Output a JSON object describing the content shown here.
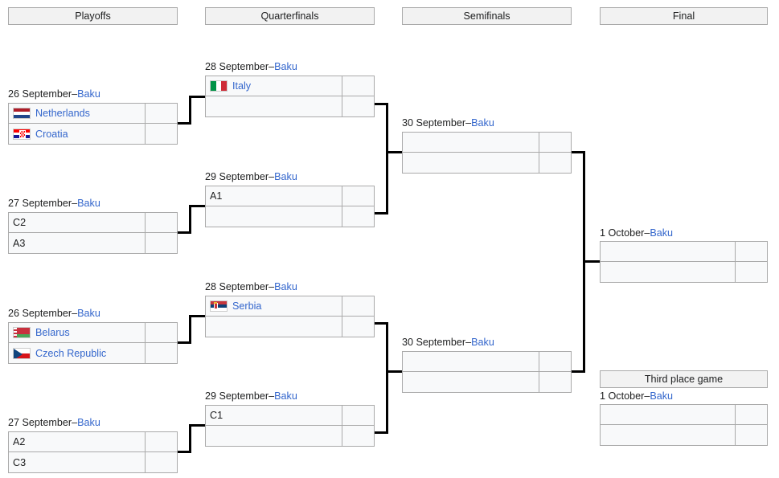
{
  "rounds": [
    {
      "label": "Playoffs"
    },
    {
      "label": "Quarterfinals"
    },
    {
      "label": "Semifinals"
    },
    {
      "label": "Final"
    },
    {
      "label": "Third place game"
    }
  ],
  "venue_link": "Baku",
  "dash": "–",
  "matches": {
    "po1": {
      "date": "26 September",
      "venue": "Baku",
      "teams": [
        {
          "name": "Netherlands",
          "flag": "netherlands",
          "score": ""
        },
        {
          "name": "Croatia",
          "flag": "croatia",
          "score": ""
        }
      ]
    },
    "po2": {
      "date": "27 September",
      "venue": "Baku",
      "teams": [
        {
          "name": "C2",
          "flag": "",
          "score": ""
        },
        {
          "name": "A3",
          "flag": "",
          "score": ""
        }
      ]
    },
    "po3": {
      "date": "26 September",
      "venue": "Baku",
      "teams": [
        {
          "name": "Belarus",
          "flag": "belarus",
          "score": ""
        },
        {
          "name": "Czech Republic",
          "flag": "czech",
          "score": ""
        }
      ]
    },
    "po4": {
      "date": "27 September",
      "venue": "Baku",
      "teams": [
        {
          "name": "A2",
          "flag": "",
          "score": ""
        },
        {
          "name": "C3",
          "flag": "",
          "score": ""
        }
      ]
    },
    "qf1": {
      "date": "28 September",
      "venue": "Baku",
      "teams": [
        {
          "name": "Italy",
          "flag": "italy",
          "score": ""
        },
        {
          "name": "",
          "flag": "",
          "score": ""
        }
      ]
    },
    "qf2": {
      "date": "29 September",
      "venue": "Baku",
      "teams": [
        {
          "name": "A1",
          "flag": "",
          "score": ""
        },
        {
          "name": "",
          "flag": "",
          "score": ""
        }
      ]
    },
    "qf3": {
      "date": "28 September",
      "venue": "Baku",
      "teams": [
        {
          "name": "Serbia",
          "flag": "serbia",
          "score": ""
        },
        {
          "name": "",
          "flag": "",
          "score": ""
        }
      ]
    },
    "qf4": {
      "date": "29 September",
      "venue": "Baku",
      "teams": [
        {
          "name": "C1",
          "flag": "",
          "score": ""
        },
        {
          "name": "",
          "flag": "",
          "score": ""
        }
      ]
    },
    "sf1": {
      "date": "30 September",
      "venue": "Baku",
      "teams": [
        {
          "name": "",
          "flag": "",
          "score": ""
        },
        {
          "name": "",
          "flag": "",
          "score": ""
        }
      ]
    },
    "sf2": {
      "date": "30 September",
      "venue": "Baku",
      "teams": [
        {
          "name": "",
          "flag": "",
          "score": ""
        },
        {
          "name": "",
          "flag": "",
          "score": ""
        }
      ]
    },
    "final": {
      "date": "1 October",
      "venue": "Baku",
      "teams": [
        {
          "name": "",
          "flag": "",
          "score": ""
        },
        {
          "name": "",
          "flag": "",
          "score": ""
        }
      ]
    },
    "third": {
      "date": "1 October",
      "venue": "Baku",
      "teams": [
        {
          "name": "",
          "flag": "",
          "score": ""
        },
        {
          "name": "",
          "flag": "",
          "score": ""
        }
      ]
    }
  },
  "colors": {
    "link": "#3366cc",
    "text": "#202122",
    "box_border": "#aaaaaa",
    "box_fill": "#f8f9fa",
    "header_fill": "#f2f2f2",
    "connector": "#000000"
  }
}
